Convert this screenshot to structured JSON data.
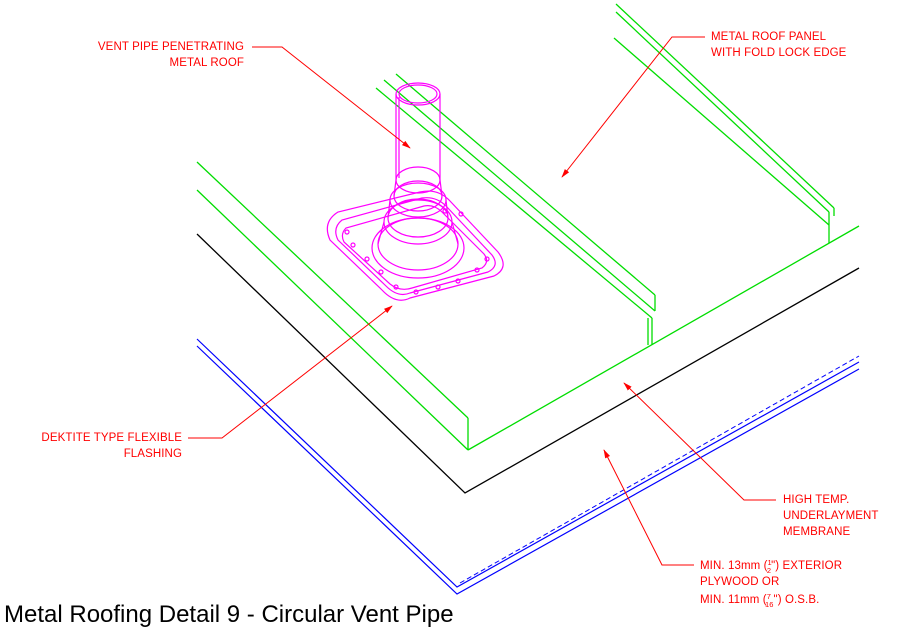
{
  "title": "Metal Roofing Detail 9 - Circular Vent Pipe",
  "callouts": {
    "vent_pipe": [
      "VENT PIPE PENETRATING",
      "METAL ROOF"
    ],
    "roof_panel": [
      "METAL ROOF PANEL",
      "WITH FOLD LOCK EDGE"
    ],
    "flashing": [
      "DEKTITE TYPE FLEXIBLE",
      "FLASHING"
    ],
    "membrane": [
      "HIGH TEMP.",
      "UNDERLAYMENT",
      "MEMBRANE"
    ],
    "plywood": {
      "line1_prefix": "MIN. 13mm (",
      "line1_frac_num": "1",
      "line1_frac_den": "2",
      "line1_suffix": "\") EXTERIOR",
      "line2": "PLYWOOD OR",
      "line3_prefix": "MIN. 11mm (",
      "line3_frac_num": "7",
      "line3_frac_den": "16",
      "line3_suffix": "\") O.S.B."
    }
  },
  "colors": {
    "annotation": "#ff0000",
    "roof_panel": "#00dd00",
    "membrane": "#000000",
    "plywood": "#0000ff",
    "vent_flashing": "#ff00ff"
  }
}
